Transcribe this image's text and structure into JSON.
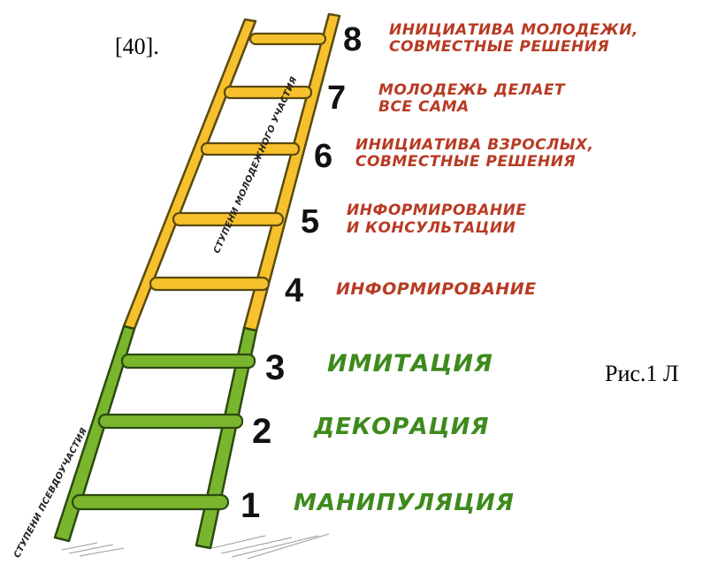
{
  "reference": "[40].",
  "caption": "Рис.1 Л",
  "side_labels": {
    "youth": "СТУПЕНИ МОЛОДЕЖНОГО УЧАСТИЯ",
    "pseudo": "СТУПЕНИ ПСЕВДОУЧАСТИЯ"
  },
  "colors": {
    "yellow": "#f6c12c",
    "green": "#7ab52e",
    "red_text": "#b83a22",
    "green_text": "#3e8a1c"
  },
  "steps": [
    {
      "number": "8",
      "line1": "ИНИЦИАТИВА МОЛОДЕЖИ,",
      "line2": "СОВМЕСТНЫЕ РЕШЕНИЯ"
    },
    {
      "number": "7",
      "line1": "МОЛОДЕЖЬ ДЕЛАЕТ",
      "line2": "ВСЕ САМА"
    },
    {
      "number": "6",
      "line1": "ИНИЦИАТИВА ВЗРОСЛЫХ,",
      "line2": "СОВМЕСТНЫЕ РЕШЕНИЯ"
    },
    {
      "number": "5",
      "line1": "ИНФОРМИРОВАНИЕ",
      "line2": "И КОНСУЛЬТАЦИИ"
    },
    {
      "number": "4",
      "line1": "ИНФОРМИРОВАНИЕ",
      "line2": ""
    },
    {
      "number": "3",
      "line1": "ИМИТАЦИЯ",
      "line2": ""
    },
    {
      "number": "2",
      "line1": "ДЕКОРАЦИЯ",
      "line2": ""
    },
    {
      "number": "1",
      "line1": "МАНИПУЛЯЦИЯ",
      "line2": ""
    }
  ]
}
